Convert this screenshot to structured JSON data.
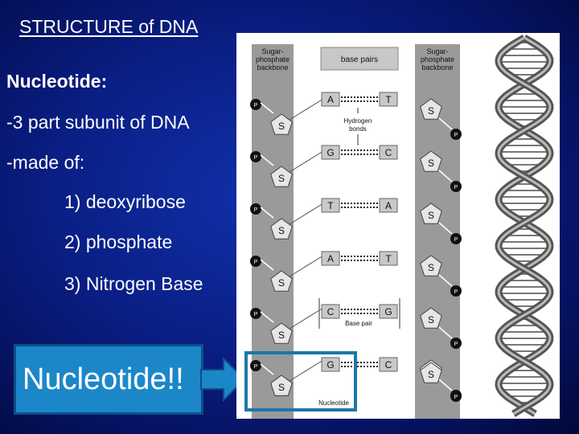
{
  "slide": {
    "title": "STRUCTURE of DNA",
    "heading": "Nucleotide:",
    "line1": "-3 part subunit of DNA",
    "line2": "-made of:",
    "items": [
      "1) deoxyribose",
      "2) phosphate",
      "3) Nitrogen Base"
    ],
    "callout": "Nucleotide!!"
  },
  "diagram": {
    "left_backbone_label": [
      "Sugar-",
      "phosphate",
      "backbone"
    ],
    "right_backbone_label": [
      "Sugar-",
      "phosphate",
      "backbone"
    ],
    "base_pairs_label": "base pairs",
    "hydrogen_bonds_label": [
      "Hydrogen",
      "bonds"
    ],
    "base_pair_label": "Base pair",
    "nucleotide_label": "Nucleotide",
    "sugar_letter": "S",
    "phosphate_letter": "P",
    "pairs": [
      {
        "left": "A",
        "right": "T"
      },
      {
        "left": "G",
        "right": "C"
      },
      {
        "left": "T",
        "right": "A"
      },
      {
        "left": "A",
        "right": "T"
      },
      {
        "left": "C",
        "right": "G"
      },
      {
        "left": "G",
        "right": "C"
      }
    ]
  },
  "colors": {
    "background": "#0a1f86",
    "callout": "#1c87c8",
    "highlight": "#1a78a8",
    "backbone": "#9a9a9a",
    "base_box": "#c8c8c8"
  }
}
